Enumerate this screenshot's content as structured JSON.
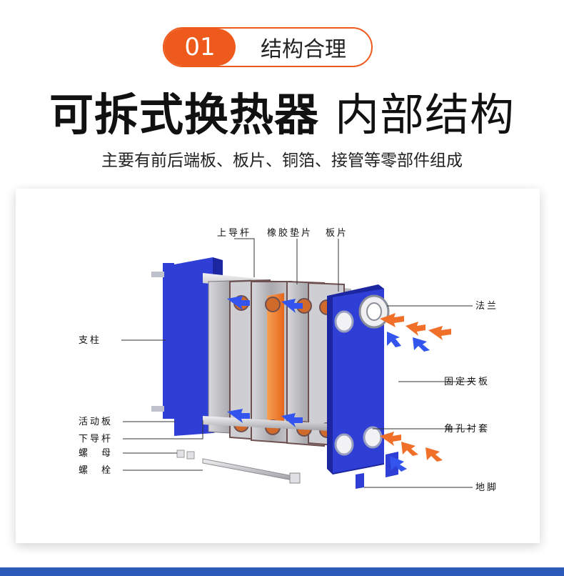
{
  "badge": {
    "number": "01",
    "label": "结构合理"
  },
  "headline": {
    "bold": "可拆式换热器",
    "light": "内部结构"
  },
  "subtitle": "主要有前后端板、板片、铜箔、接管等零部件组成",
  "diagram": {
    "labels": {
      "upper_guide_rod": "上导杆",
      "rubber_gasket": "橡胶垫片",
      "plate": "板片",
      "flange": "法兰",
      "support_column": "支柱",
      "fixed_clamp_plate": "固定夹板",
      "movable_plate": "活动板",
      "lower_guide_rod": "下导杆",
      "corner_bushing": "角孔衬套",
      "nut": "螺　母",
      "bolt": "螺　栓",
      "foot": "地脚"
    },
    "colors": {
      "frame_blue": "#2f3fd6",
      "plate_gray": "#b9b9bd",
      "heat_orange": "#f07a2a",
      "arrow_blue": "#3355ee",
      "arrow_orange": "#f0702a"
    }
  }
}
